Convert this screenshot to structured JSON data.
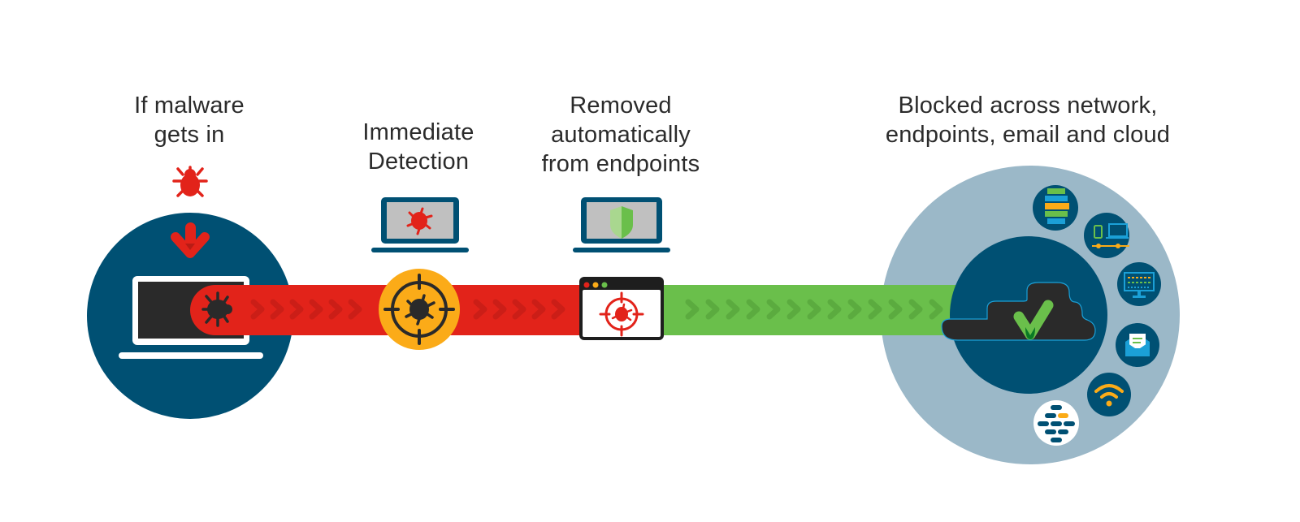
{
  "stages": [
    {
      "id": "infection",
      "title_lines": [
        "If malware",
        "gets in"
      ]
    },
    {
      "id": "detection",
      "title_lines": [
        "Immediate",
        "Detection"
      ]
    },
    {
      "id": "removal",
      "title_lines": [
        "Removed",
        "automatically",
        "from endpoints"
      ]
    },
    {
      "id": "blocked",
      "title_lines": [
        "Blocked across network,",
        "endpoints, email and cloud"
      ]
    }
  ],
  "icons": {
    "infection": [
      "bug-icon",
      "down-arrow-icon",
      "laptop-icon",
      "bug-icon"
    ],
    "detection": [
      "laptop-bug-icon",
      "target-bug-icon"
    ],
    "removal": [
      "laptop-shield-icon",
      "browser-target-icon"
    ],
    "blocked": [
      "cloud-checkmark-icon",
      "server-icon",
      "devices-network-icon",
      "monitor-dashboard-icon",
      "email-icon",
      "wifi-icon",
      "network-switch-icon"
    ]
  },
  "colors": {
    "red": "#e2231a",
    "red_chevron": "#b81c15",
    "green": "#6abf4b",
    "green_chevron": "#4f9a37",
    "navy": "#005073",
    "light_blue": "#9bb8c8",
    "amber": "#fbab18",
    "dark": "#2a2a2a",
    "text": "#2b2b2b"
  }
}
